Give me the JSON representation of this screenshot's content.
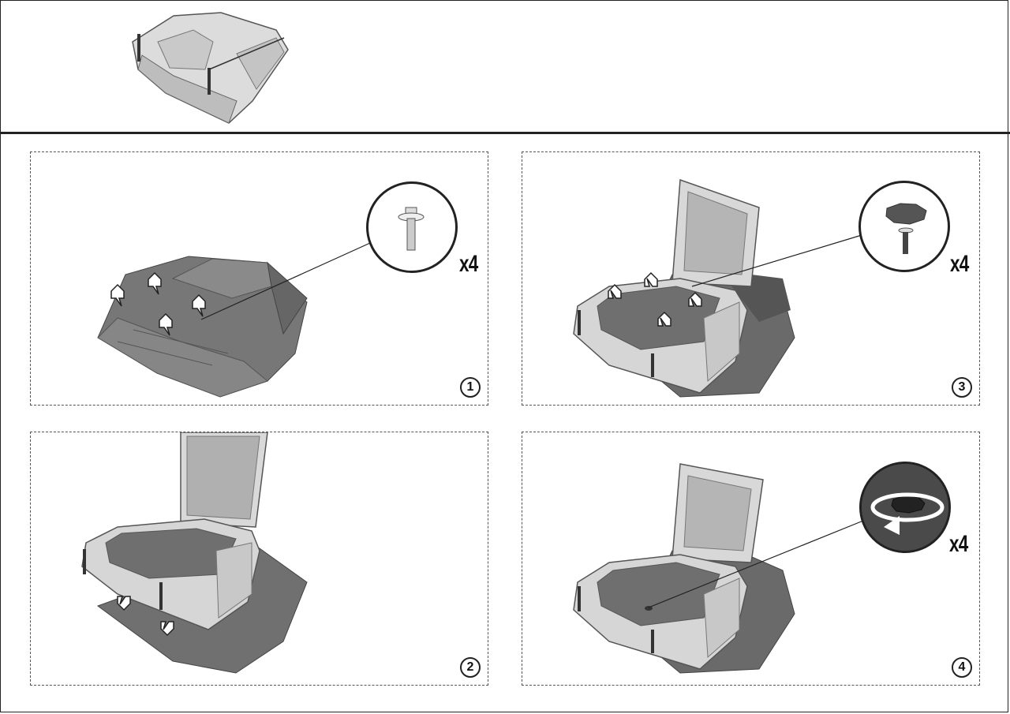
{
  "header": {
    "icon": "storage-box-illustration"
  },
  "steps": [
    {
      "number": "1",
      "quantity": "x4",
      "callout_icon": "flange-bolt-icon"
    },
    {
      "number": "2"
    },
    {
      "number": "3",
      "quantity": "x4",
      "callout_icon": "knob-fastener-icon"
    },
    {
      "number": "4",
      "quantity": "x4",
      "callout_icon": "tighten-rotate-icon"
    }
  ],
  "colors": {
    "line": "#222222",
    "dark_part": "#6e6e6e",
    "light_part": "#d9d9d9"
  }
}
